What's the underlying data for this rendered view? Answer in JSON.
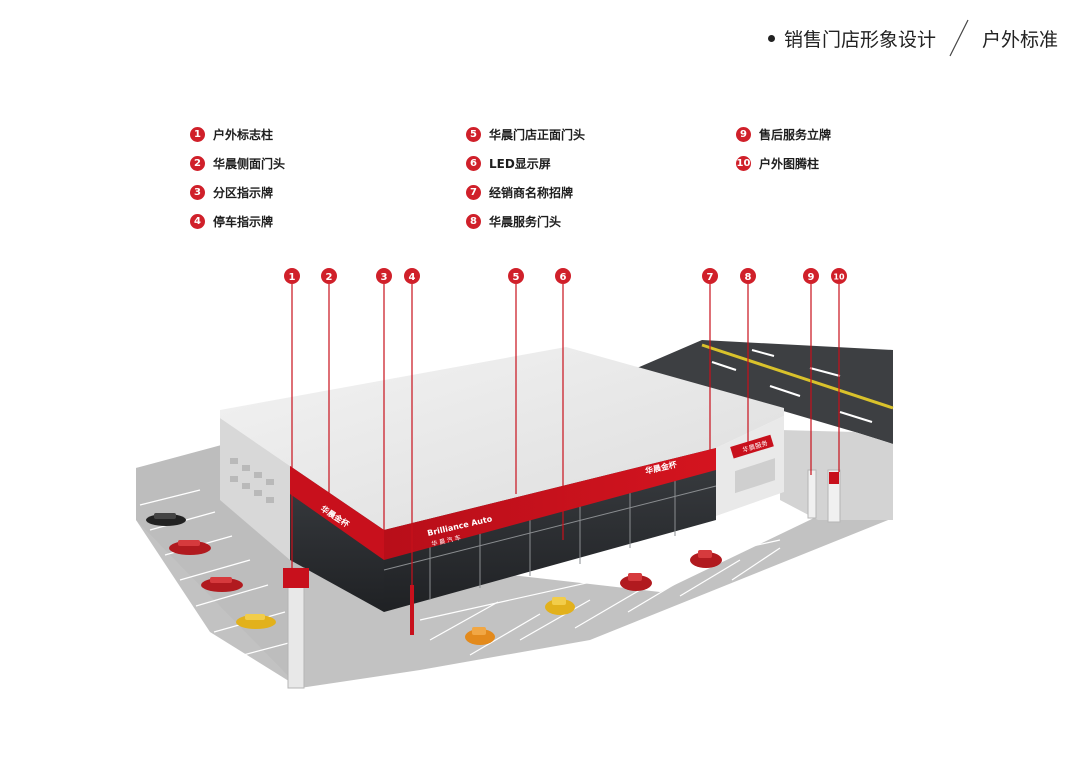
{
  "header": {
    "title": "销售门店形象设计",
    "subtitle": "户外标准"
  },
  "legend": [
    {
      "num": "1",
      "label": "户外标志柱"
    },
    {
      "num": "2",
      "label": "华晨侧面门头"
    },
    {
      "num": "3",
      "label": "分区指示牌"
    },
    {
      "num": "4",
      "label": "停车指示牌"
    },
    {
      "num": "5",
      "label": "华晨门店正面门头"
    },
    {
      "num": "6",
      "label": "LED显示屏"
    },
    {
      "num": "7",
      "label": "经销商名称招牌"
    },
    {
      "num": "8",
      "label": "华晨服务门头"
    },
    {
      "num": "9",
      "label": "售后服务立牌"
    },
    {
      "num": "10",
      "label": "户外图腾柱"
    }
  ],
  "callouts": [
    "1",
    "2",
    "3",
    "4",
    "5",
    "6",
    "7",
    "8",
    "9",
    "10"
  ],
  "signage": {
    "front_brand_en": "Brilliance Auto",
    "front_brand_cn": "华 晨 汽 车",
    "side_brand": "华晨金杯",
    "front_right_brand": "华晨金杯",
    "service_sign": "华晨服务"
  },
  "colors": {
    "brand_red": "#c8101c",
    "badge_red": "#d0202a"
  }
}
